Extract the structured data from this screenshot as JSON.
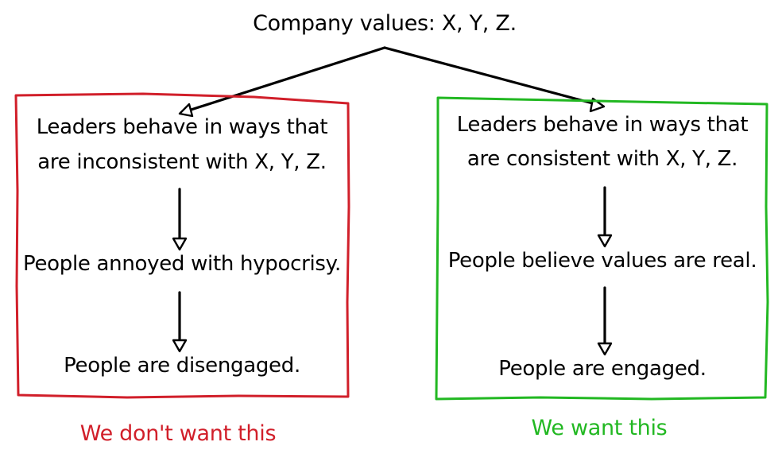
{
  "root": {
    "label": "Company values: X, Y, Z."
  },
  "left_branch": {
    "step1": "Leaders behave in ways that are inconsistent with X, Y, Z.",
    "step1_lines": [
      "Leaders behave in ways that",
      "are inconsistent with X, Y, Z."
    ],
    "step2": "People annoyed with hypocrisy.",
    "step3": "People are disengaged.",
    "caption": "We don't want this",
    "color": "#d11f2a"
  },
  "right_branch": {
    "step1": "Leaders behave in ways that are consistent with X, Y, Z.",
    "step1_lines": [
      "Leaders behave in ways that",
      "are consistent with X, Y, Z."
    ],
    "step2": "People believe values are real.",
    "step3": "People are engaged.",
    "caption": "We want this",
    "color": "#22b822"
  },
  "colors": {
    "ink": "#000000",
    "background": "#ffffff"
  }
}
